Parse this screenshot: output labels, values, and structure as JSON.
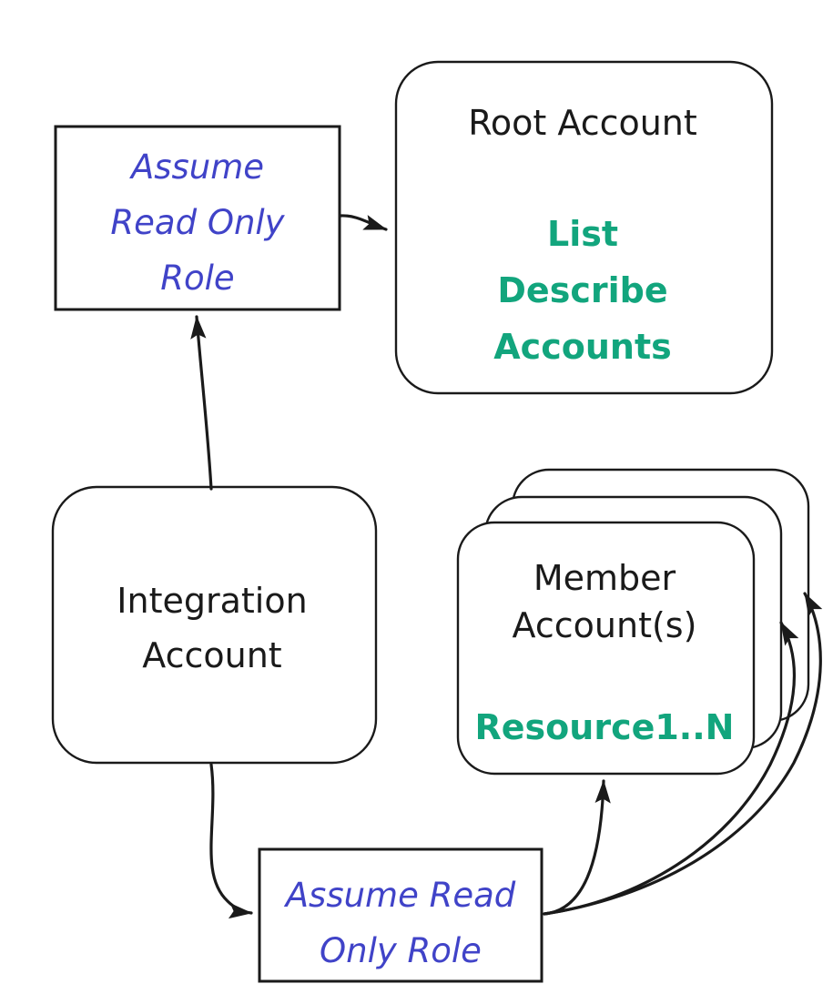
{
  "diagram": {
    "title": "AWS Organizations cross-account role assumption diagram",
    "background_color": "#ffffff",
    "colors": {
      "outline": "#1a1a1a",
      "role_text": "#4043C8",
      "action_text": "#12A57D",
      "node_text": "#1a1a1a"
    }
  },
  "nodes": {
    "assume_read_only_role_top": {
      "shape": "rectangle",
      "lines": [
        "Assume",
        "Read Only",
        "Role"
      ],
      "text_style": "italic-blue"
    },
    "root_account": {
      "shape": "rounded-rectangle",
      "title": "Root Account",
      "actions": [
        "List",
        "Describe",
        "Accounts"
      ],
      "text_style": "bold-teal"
    },
    "integration_account": {
      "shape": "rounded-rectangle",
      "lines": [
        "Integration",
        "Account"
      ],
      "text_style": "plain-black"
    },
    "member_accounts": {
      "shape": "stacked-rounded-rectangle",
      "stack_count": 3,
      "title_lines": [
        "Member",
        "Account(s)"
      ],
      "resource_label": "Resource1..N",
      "text_style": "bold-teal"
    },
    "assume_read_only_role_bottom": {
      "shape": "rectangle",
      "lines": [
        "Assume Read",
        "Only Role"
      ],
      "text_style": "italic-blue"
    }
  },
  "edges": [
    {
      "name": "integration-to-assume-top",
      "from": "integration_account",
      "to": "assume_read_only_role_top",
      "arrow": "end"
    },
    {
      "name": "assume-top-to-root-account",
      "from": "assume_read_only_role_top",
      "to": "root_account",
      "arrow": "end"
    },
    {
      "name": "integration-to-assume-bottom",
      "from": "integration_account",
      "to": "assume_read_only_role_bottom",
      "arrow": "end"
    },
    {
      "name": "assume-bottom-to-member-front",
      "from": "assume_read_only_role_bottom",
      "to": "member_accounts",
      "arrow": "end"
    },
    {
      "name": "assume-bottom-to-member-middle",
      "from": "assume_read_only_role_bottom",
      "to": "member_accounts",
      "arrow": "end"
    },
    {
      "name": "assume-bottom-to-member-back",
      "from": "assume_read_only_role_bottom",
      "to": "member_accounts",
      "arrow": "end"
    }
  ]
}
